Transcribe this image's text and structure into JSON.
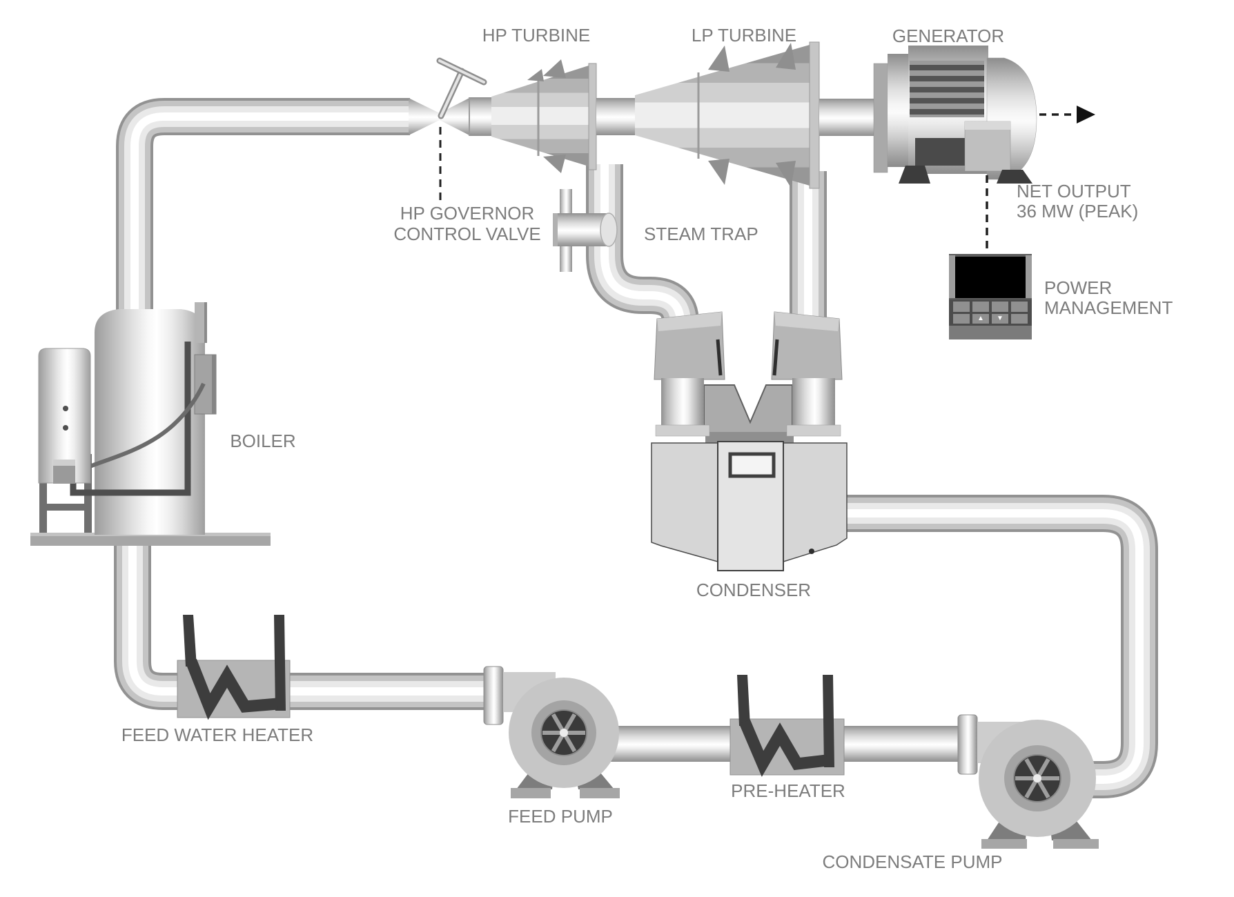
{
  "labels": {
    "hp_turbine": "HP TURBINE",
    "lp_turbine": "LP TURBINE",
    "generator": "GENERATOR",
    "hp_governor_line1": "HP GOVERNOR",
    "hp_governor_line2": "CONTROL VALVE",
    "steam_trap": "STEAM TRAP",
    "net_output_line1": "NET OUTPUT",
    "net_output_line2": "36 MW (PEAK)",
    "power_management_line1": "POWER",
    "power_management_line2": "MANAGEMENT",
    "boiler": "BOILER",
    "condenser": "CONDENSER",
    "feed_water_heater": "FEED WATER HEATER",
    "feed_pump": "FEED PUMP",
    "pre_heater": "PRE-HEATER",
    "condensate_pump": "CONDENSATE PUMP"
  },
  "power_management_device": {
    "screen_color": "#000000",
    "buttons_row2": [
      "",
      "▲",
      "▼",
      ""
    ]
  },
  "colors": {
    "background": "#ffffff",
    "label_text": "#7c7c7c",
    "pipe_edge": "#929292",
    "pipe_highlight": "#ffffff",
    "heater_element": "#3d3d3d",
    "dashed_line": "#1f1f1f",
    "condenser_panel": "#d6d6d6"
  }
}
